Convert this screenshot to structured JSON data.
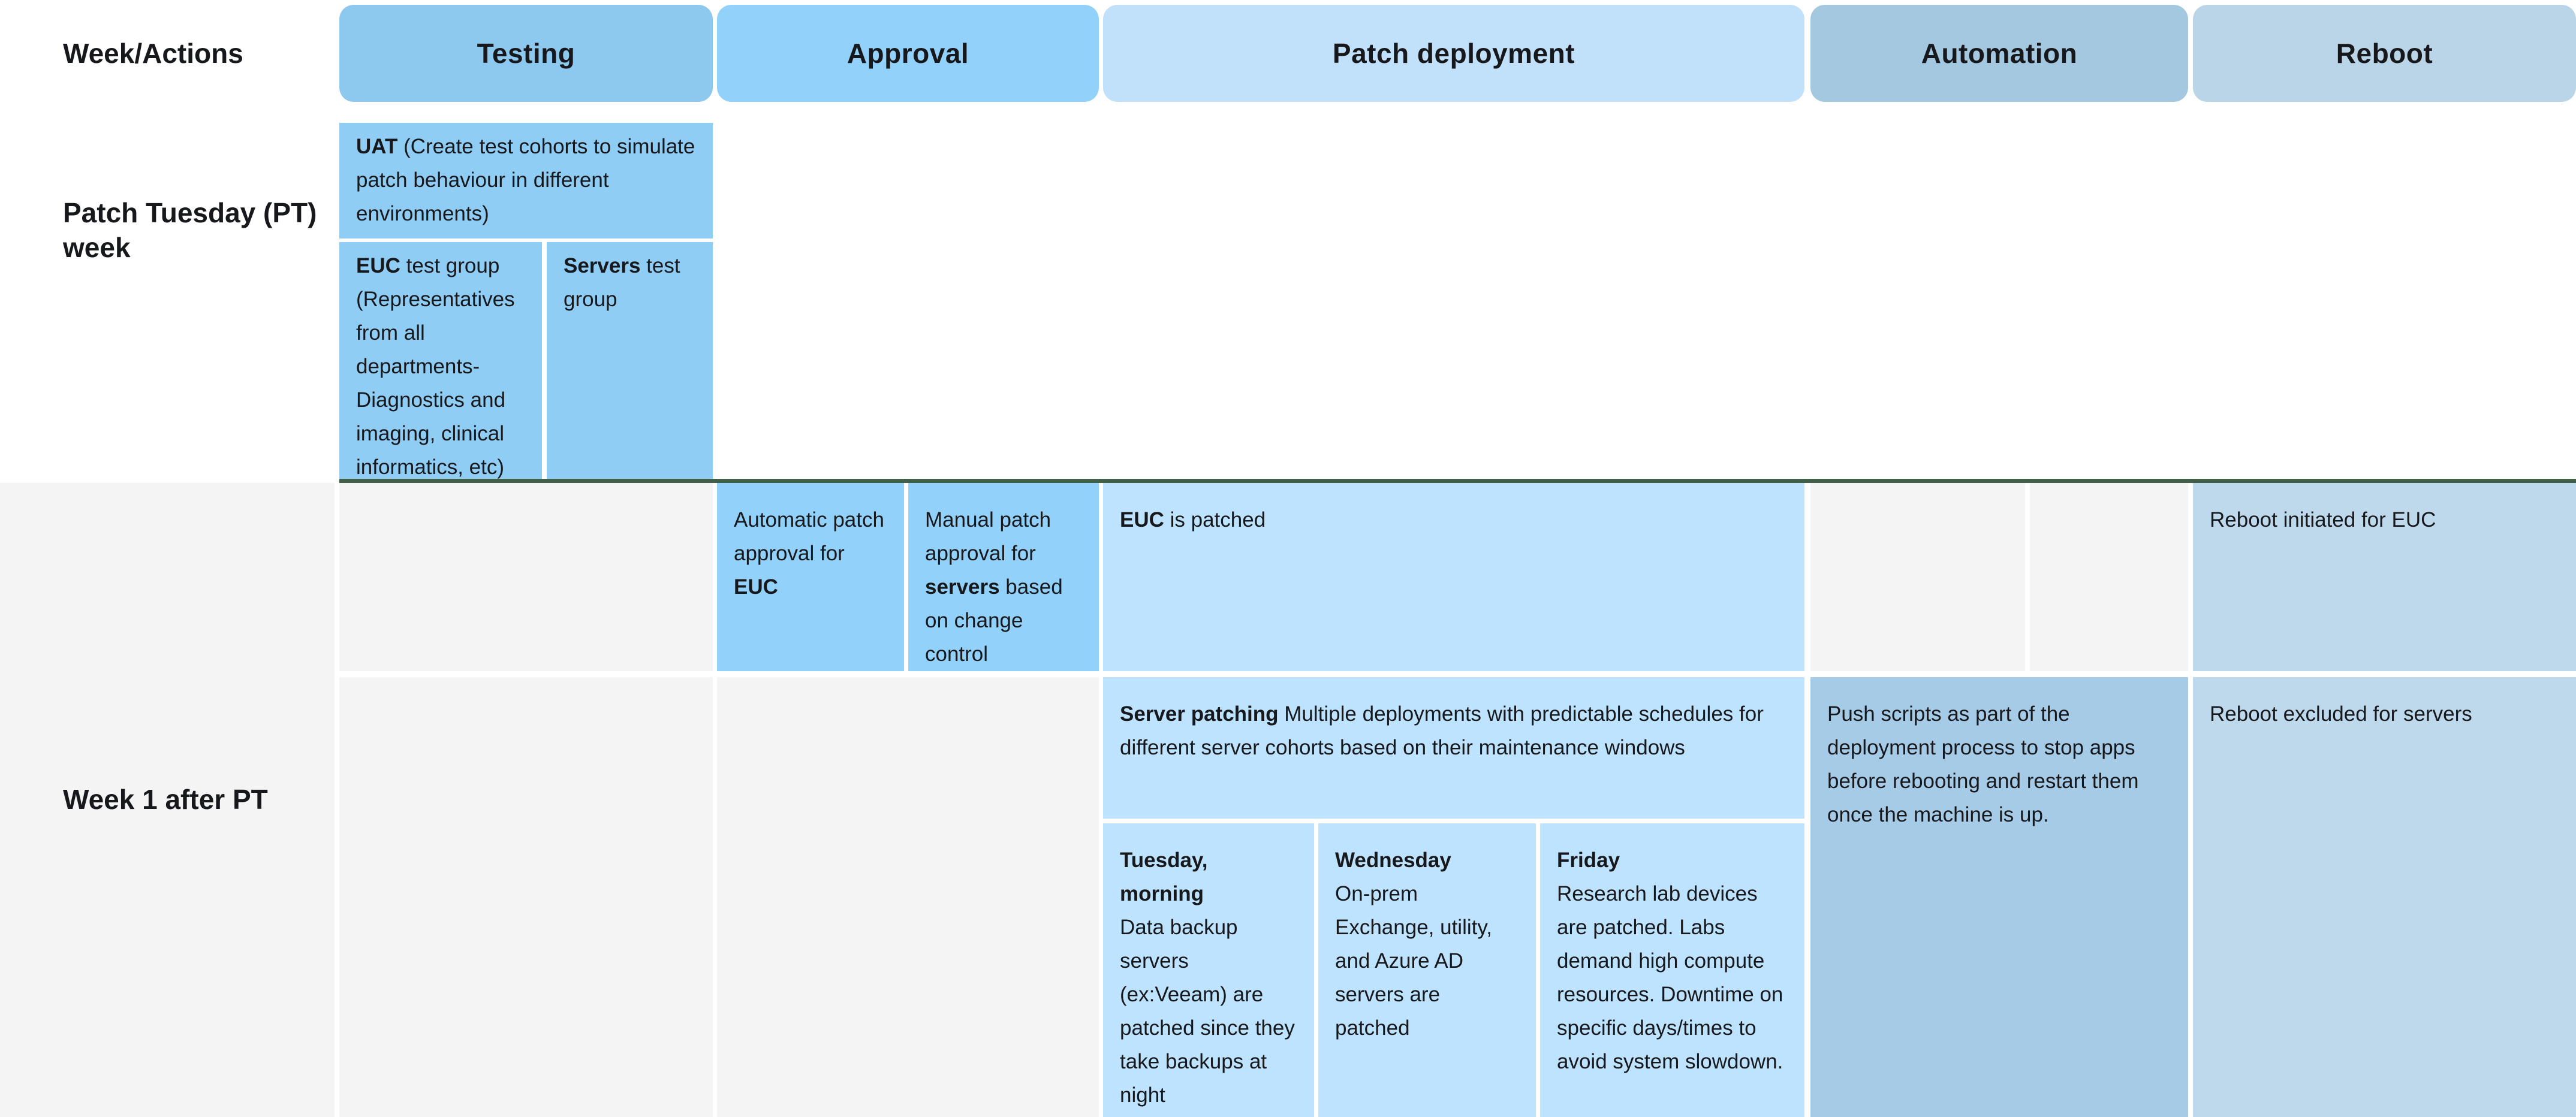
{
  "colors": {
    "page_bg": "#ffffff",
    "text": "#17181c",
    "gray_cell": "#f4f4f5",
    "green_line": "#426049",
    "testing_header": "#8dc8ee",
    "testing_cell": "#8fcdf5",
    "approval_cell": "#92d1f9",
    "patch_header": "#c1e1fb",
    "patch_cell": "#bee3fe",
    "automation_header": "#a5c8e1",
    "automation_cell": "#a6cbe7",
    "reboot_header": "#bbd5e8",
    "reboot_cell": "#bed9ec"
  },
  "header": {
    "week_actions": "Week/Actions",
    "testing": "Testing",
    "approval": "Approval",
    "patch_deployment": "Patch deployment",
    "automation": "Automation",
    "reboot": "Reboot"
  },
  "rows": {
    "pt_week_label": "Patch Tuesday (PT) week",
    "week1_label": "Week 1 after PT"
  },
  "cells": {
    "uat": {
      "bold": "UAT",
      "rest": " (Create test cohorts to simulate patch behaviour in different environments)"
    },
    "euc_group": {
      "bold": "EUC",
      "rest": " test group (Representatives from all departments- Diagnostics and imaging, clinical informatics, etc)"
    },
    "servers_group": {
      "bold": "Servers",
      "rest": " test group"
    },
    "auto_approval": {
      "pre": "Automatic patch approval for ",
      "bold": "EUC"
    },
    "manual_approval": {
      "pre": "Manual patch approval for ",
      "bold": "servers",
      "post": " based on change control"
    },
    "euc_patched": {
      "bold": "EUC",
      "rest": " is patched"
    },
    "reboot_initiated": "Reboot initiated for EUC",
    "server_patching": {
      "bold": "Server patching",
      "rest": " Multiple deployments with predictable schedules for different server cohorts based on their maintenance windows"
    },
    "tuesday": {
      "title": "Tuesday, morning",
      "body": "Data backup servers (ex:Veeam) are patched since they take backups at night"
    },
    "wednesday": {
      "title": "Wednesday",
      "body": "On-prem Exchange, utility, and Azure AD servers are patched"
    },
    "friday": {
      "title": "Friday",
      "body": "Research lab devices are patched. Labs demand high compute resources. Downtime on specific days/times to avoid system slowdown."
    },
    "push_scripts": "Push scripts as part of the deployment process to stop apps before rebooting and restart them once the machine is up.",
    "reboot_excluded": "Reboot excluded for servers"
  }
}
